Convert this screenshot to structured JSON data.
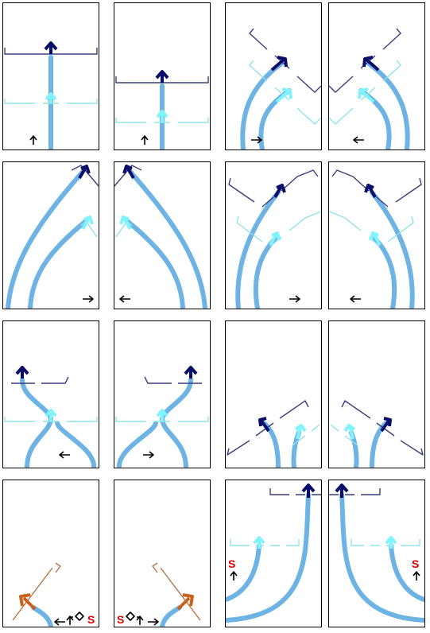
{
  "colors": {
    "path": "#6db3e4",
    "dark_arrow": "#0b0d6b",
    "light_arrow": "#7ff4ff",
    "dark_line": "#3a3e7e",
    "light_line": "#8fe3ea",
    "orange": "#c8621f",
    "orange_line": "#b87444",
    "black": "#000000",
    "red": "#e00000"
  },
  "panels": [
    {
      "id": "1"
    },
    {
      "id": "2"
    },
    {
      "id": "3"
    },
    {
      "id": "4"
    },
    {
      "id": "5"
    },
    {
      "id": "6"
    },
    {
      "id": "7"
    },
    {
      "id": "8"
    },
    {
      "id": "9"
    },
    {
      "id": "10"
    },
    {
      "id": "11"
    },
    {
      "id": "12"
    },
    {
      "id": "13",
      "sign_label": "S"
    },
    {
      "id": "14",
      "sign_label": "S"
    },
    {
      "id": "15",
      "sign_label": "S"
    },
    {
      "id": "16",
      "sign_label": "S"
    }
  ]
}
